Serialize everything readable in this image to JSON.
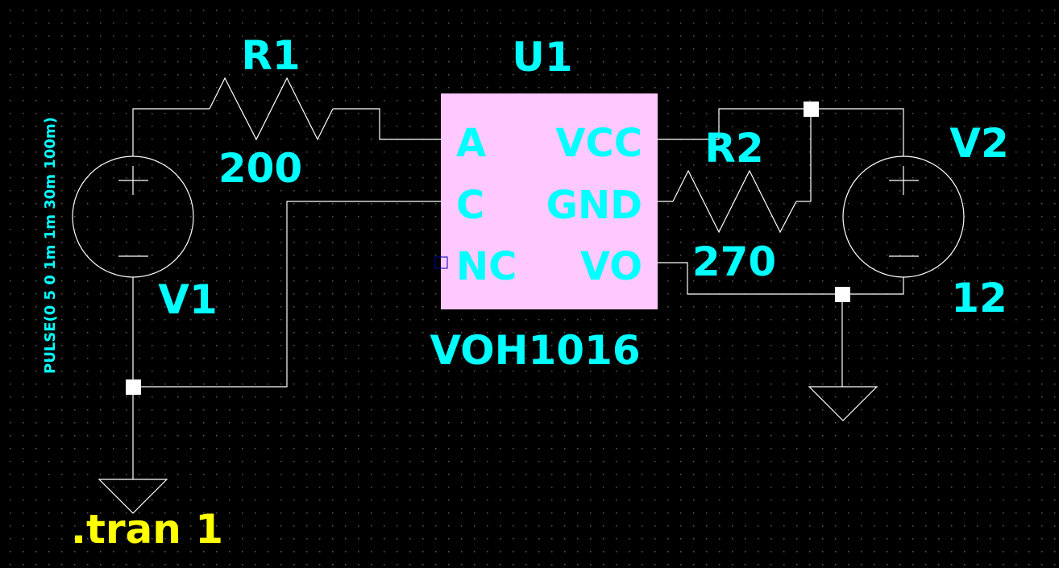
{
  "colors": {
    "background": "#000000",
    "grid_dot": "#5a5a5a",
    "wire": "#ffffff",
    "label": "#00ffff",
    "directive": "#ffff00",
    "ic_fill": "#ffc8ff",
    "ic_pin_marker": "#0000aa"
  },
  "components": {
    "r1": {
      "name": "R1",
      "value": "200"
    },
    "r2": {
      "name": "R2",
      "value": "270"
    },
    "u1": {
      "name": "U1",
      "part": "VOH1016",
      "pins": {
        "a": "A",
        "c": "C",
        "nc": "NC",
        "vcc": "VCC",
        "gnd": "GND",
        "vo": "VO"
      }
    },
    "v1": {
      "name": "V1",
      "value": "PULSE(0 5 0 1m 1m 30m 100m)"
    },
    "v2": {
      "name": "V2",
      "value": "12"
    }
  },
  "directive": {
    "text": ".tran 1"
  }
}
